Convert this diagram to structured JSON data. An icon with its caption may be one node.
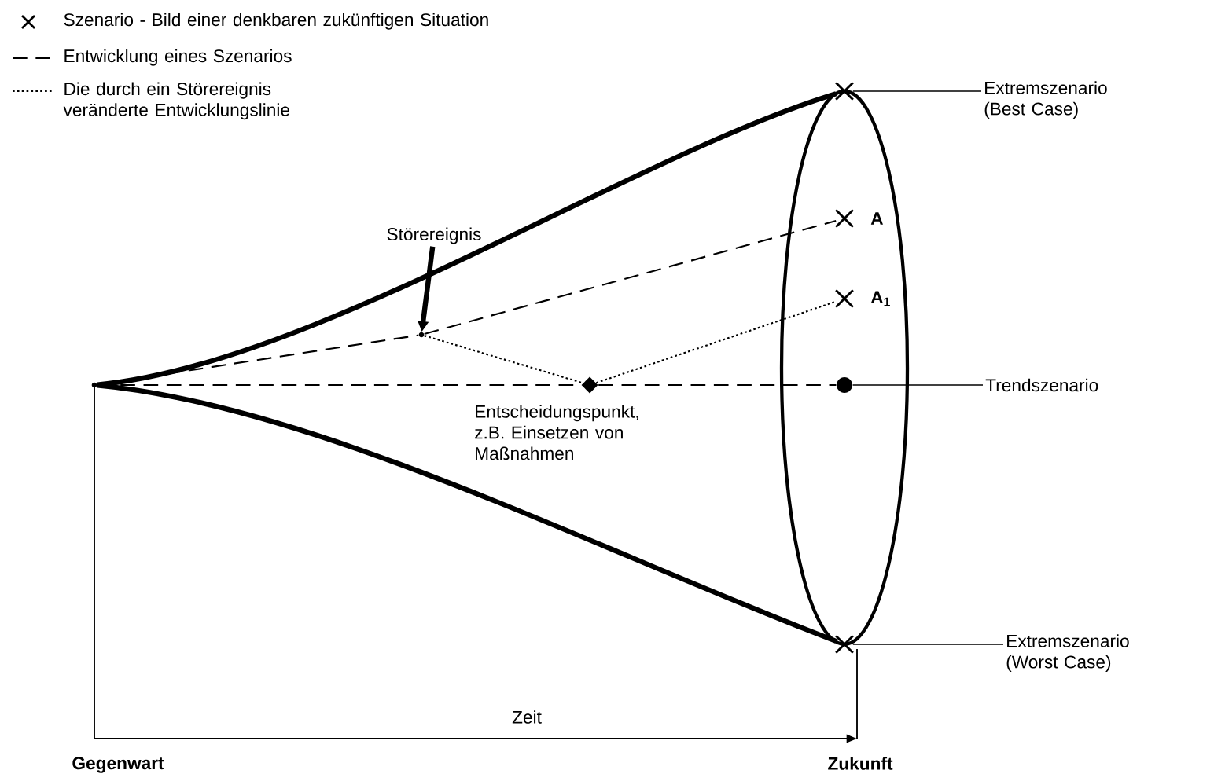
{
  "diagram": {
    "nodes": [
      {
        "text": [
          "Extremszenario (Best Case)"
        ]
      },
      {
        "text": [
          "Trendszenario"
        ]
      },
      {
        "text": [
          "Extremszenario (Worst Case)"
        ]
      },
      {
        "text": [],
        "shape": "cross"
      },
      {
        "text": [],
        "shape": "cross",
        "beside": [
          "A"
        ]
      },
      {
        "text": [],
        "shape": "cross",
        "beside": [
          "A$_{1}$"
        ]
      },
      {
        "text": [],
        "shape": "circle"
      },
      {
        "text": [],
        "shape": "cross"
      },
      {
        "text": [],
        "shape": "diamond",
        "beside": [
          "Entscheidungspunkt, z.B. Einsetzen von Maßnahmen"
        ]
      },
      {
        "text": [
          "Störereignis"
        ]
      },
      {
        "text": [],
        "shape": "point"
      },
      {
        "text": [],
        "shape": "point"
      }
    ],
    "edges": [
      {
        "from": 11,
        "to": 3,
        "arrow": "none",
        "style": "thick"
      },
      {
        "from": 11,
        "to": 7,
        "arrow": "none",
        "style": "thick"
      },
      {
        "from": 11,
        "to": 8,
        "arrow": "none",
        "style": "dashed"
      },
      {
        "from": 8,
        "to": 6,
        "arrow": "none",
        "style": "dashed"
      },
      {
        "from": 11,
        "to": 10,
        "arrow": "none",
        "style": "dashed"
      },
      {
        "from": 10,
        "to": 4,
        "arrow": "none",
        "style": "dashed"
      },
      {
        "from": 10,
        "to": 8,
        "arrow": "none",
        "style": "dashed"
      },
      {
        "from": 8,
        "to": 5,
        "arrow": "none",
        "style": "dashed"
      },
      {
        "from": 9,
        "to": 10,
        "arrow": "to",
        "style": "thick"
      },
      {
        "from": 3,
        "to": 0,
        "arrow": "none"
      },
      {
        "from": 6,
        "to": 1,
        "arrow": "none"
      },
      {
        "from": 7,
        "to": 2,
        "arrow": "none"
      }
    ],
    "labels": [
      "Zeit",
      "Gegenwart",
      "Zukunft"
    ],
    "legend": [
      {
        "text": "Szenario - Bild einer denkbaren zukünftigen Situation"
      },
      {
        "text": "Entwicklung eines Szenarios"
      },
      {
        "text": "Die durch ein Störereignis veränderte Entwicklungslinie"
      }
    ]
  }
}
